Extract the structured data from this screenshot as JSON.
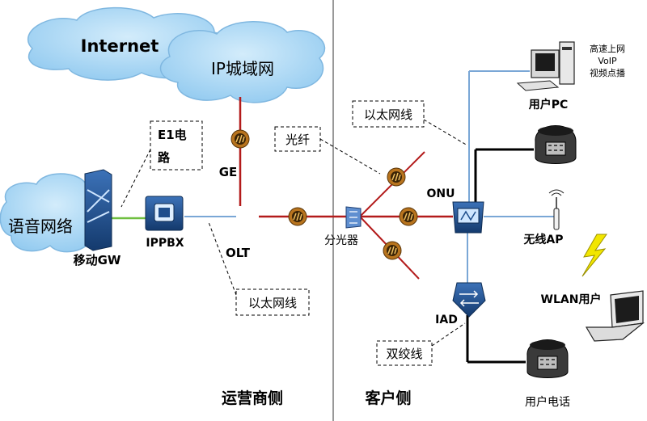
{
  "clouds": {
    "internet": "Internet",
    "ip_metro": "IP城域网",
    "voice_network": "语音网络"
  },
  "devices": {
    "mobile_gw": "移动GW",
    "ippbx": "IPPBX",
    "olt": "OLT",
    "splitter": "分光器",
    "onu": "ONU",
    "iad": "IAD",
    "user_pc": "用户PC",
    "wireless_ap": "无线AP",
    "wlan_user": "WLAN用户",
    "user_phone": "用户电话"
  },
  "links": {
    "ge": "GE",
    "e1_line1": "E1电",
    "e1_line2": "路",
    "fiber": "光纤",
    "ethernet_top": "以太网线",
    "ethernet_bottom": "以太网线",
    "twisted_pair": "双绞线"
  },
  "services": [
    "高速上网",
    "VoIP",
    "视频点播"
  ],
  "sides": {
    "operator": "运营商侧",
    "customer": "客户侧"
  },
  "colors": {
    "cloud": "#a9d6f5",
    "cloud_edge": "#7fb7e0",
    "fiber_line": "#b31b1b",
    "ethernet_line": "#7aa7d6",
    "copper_line": "#000000",
    "device": "#1f4e8c",
    "e1_line": "#6fbf3f",
    "bolt": "#f2e600"
  }
}
